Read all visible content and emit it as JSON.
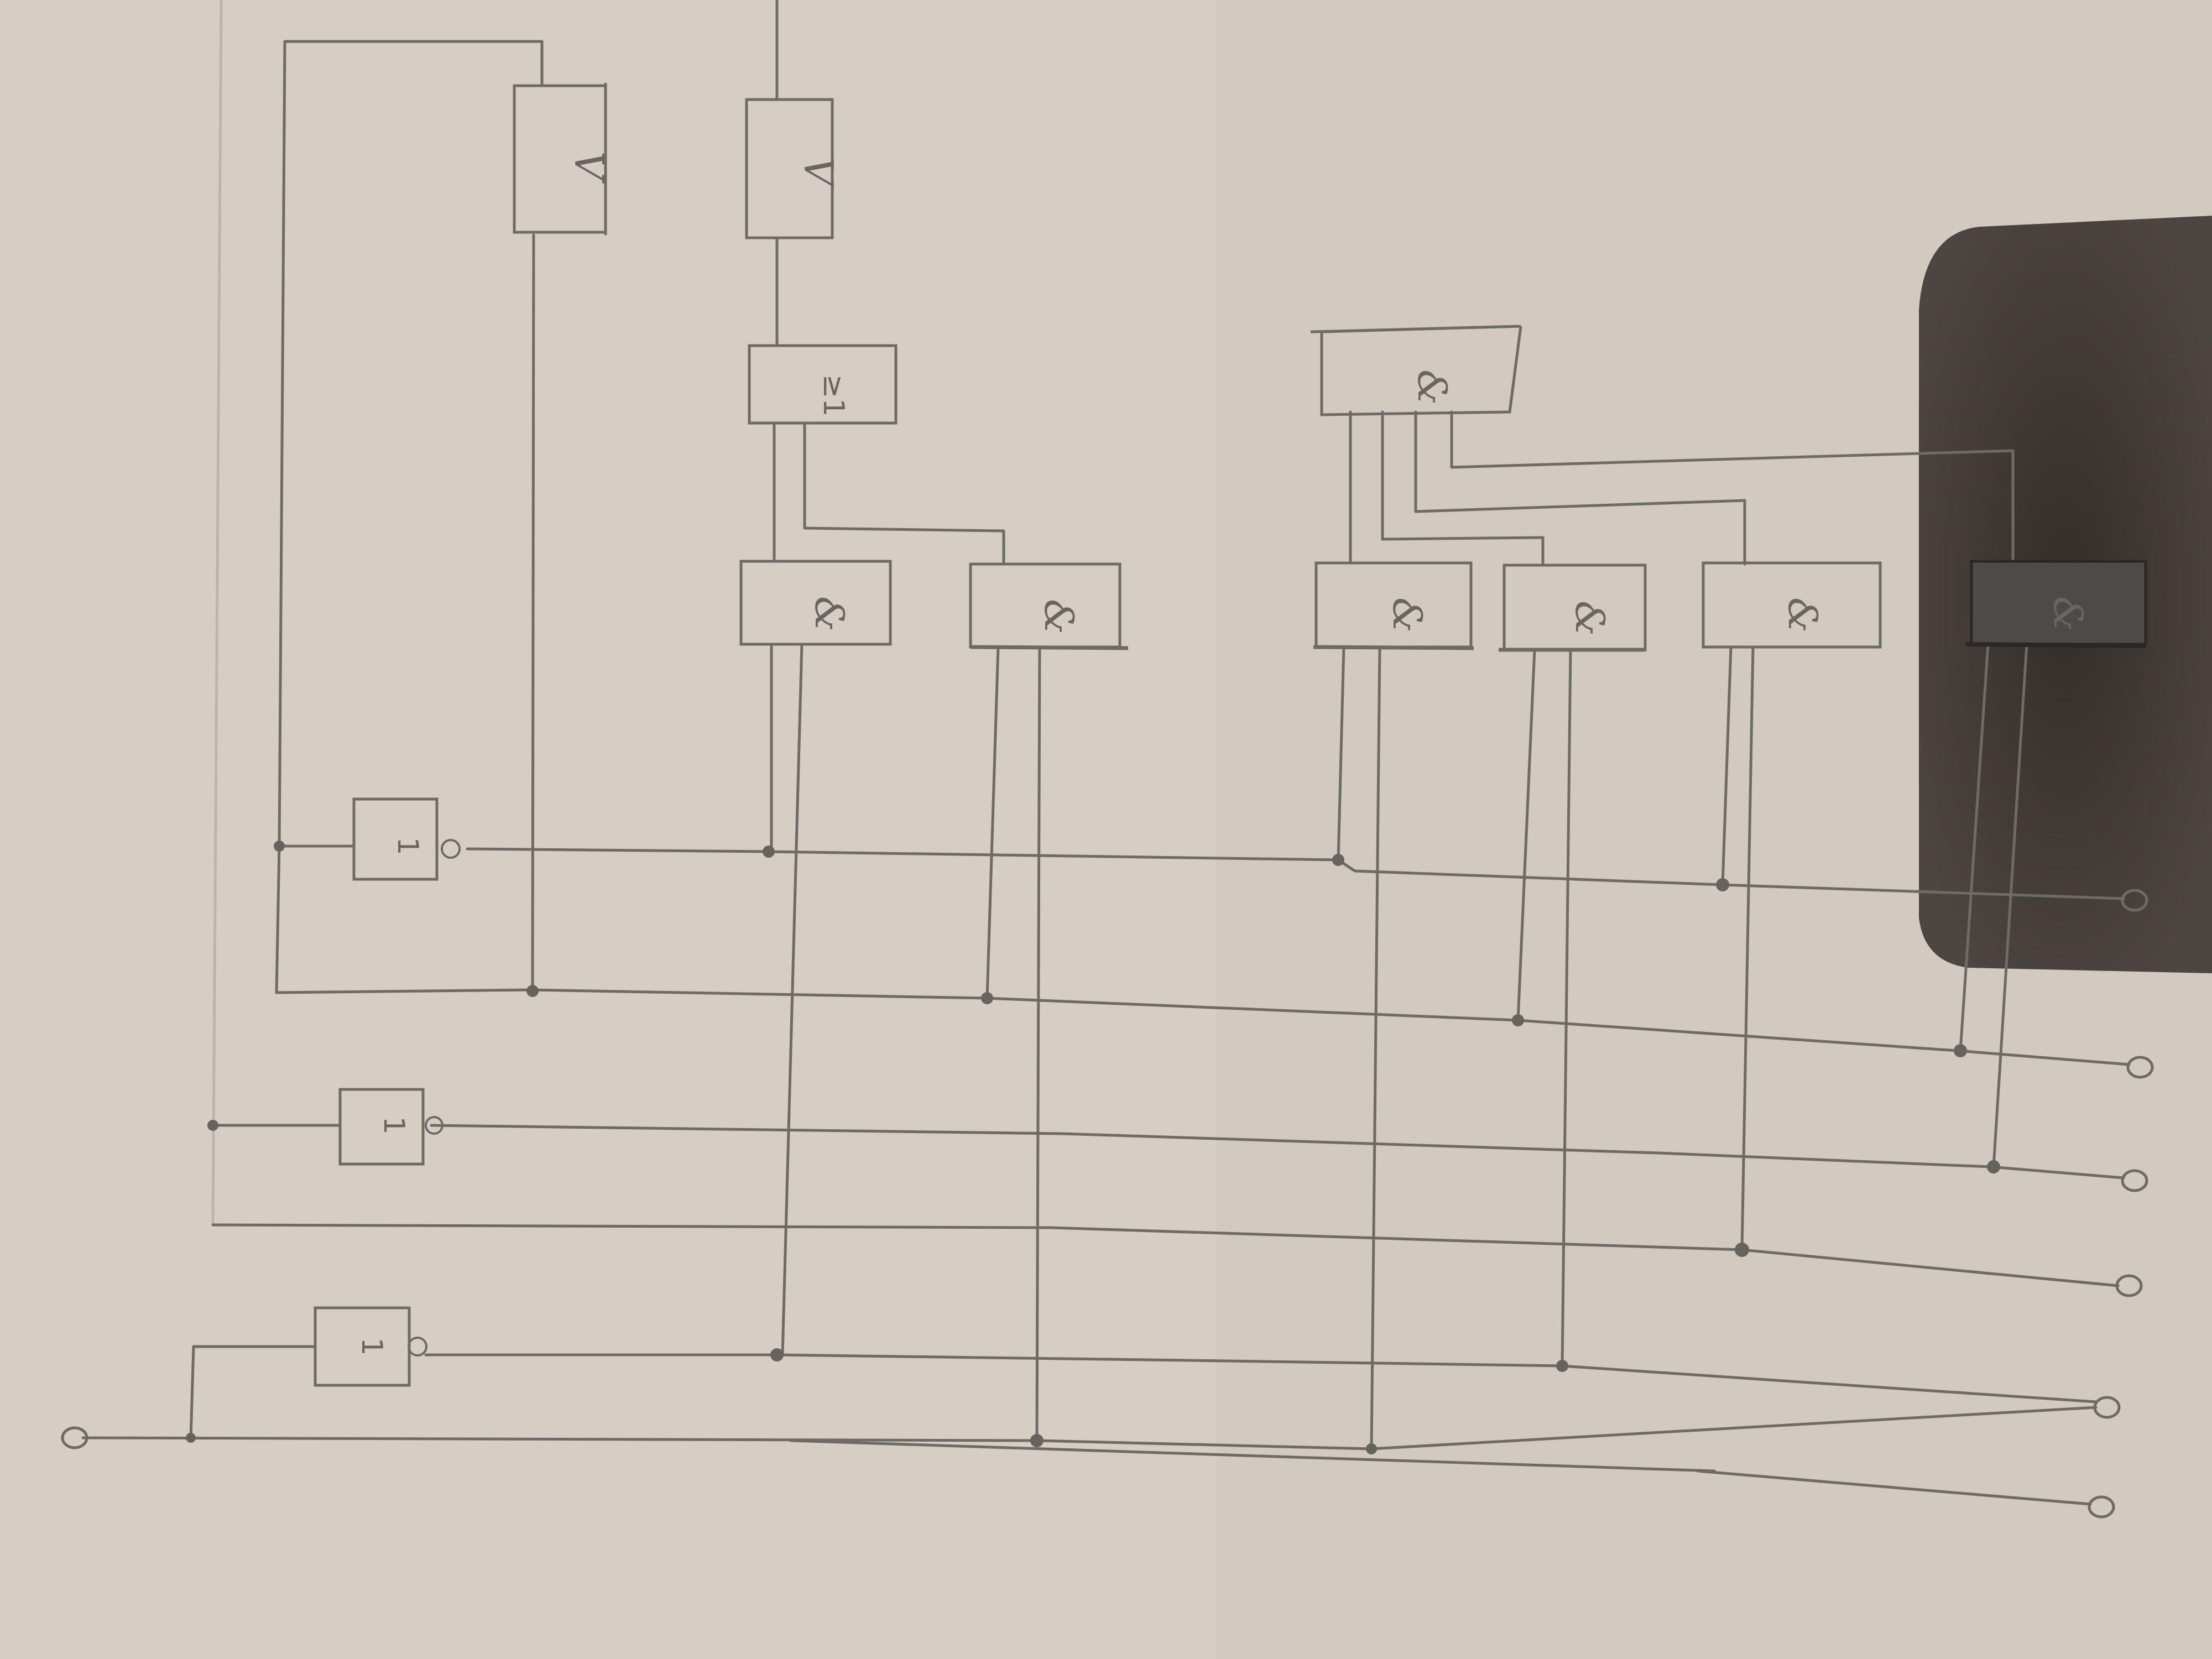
{
  "diagram": {
    "gates": [
      {
        "id": "G-or-top-left",
        "label": "V"
      },
      {
        "id": "G-or-top-right",
        "label": "V"
      },
      {
        "id": "G-ge1",
        "label": "≥1"
      },
      {
        "id": "G-and-big",
        "label": "&"
      },
      {
        "id": "G-and-1",
        "label": "&"
      },
      {
        "id": "G-and-2",
        "label": "&"
      },
      {
        "id": "G-and-3",
        "label": "&"
      },
      {
        "id": "G-and-4",
        "label": "&"
      },
      {
        "id": "G-and-5",
        "label": "&"
      },
      {
        "id": "G-and-6",
        "label": "&"
      },
      {
        "id": "G-not-1",
        "label": "1"
      },
      {
        "id": "G-not-2",
        "label": "1"
      },
      {
        "id": "G-not-3",
        "label": "1"
      }
    ],
    "terminals": 7
  }
}
